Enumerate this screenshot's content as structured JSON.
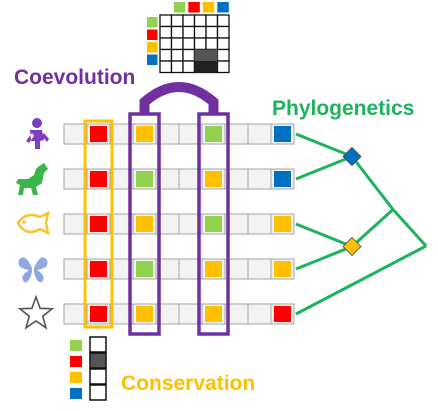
{
  "labels": {
    "coevolution": "Coevolution",
    "phylogenetics": "Phylogenetics",
    "conservation": "Conservation"
  },
  "colors": {
    "coevolution": "#7030a0",
    "phylogenetics": "#1db35e",
    "conservation": "#ffc000",
    "red": "#ff0000",
    "green": "#92d050",
    "orange": "#ffc000",
    "blue": "#0070c0",
    "cell_gray": "#e8e8e8",
    "species_icon": "#7c3fbf"
  },
  "species": [
    {
      "name": "human-icon",
      "icon_color": "#7c3fbf"
    },
    {
      "name": "dog-icon",
      "icon_color": "#3ab54a"
    },
    {
      "name": "fish-icon",
      "icon_color": "#f7c431"
    },
    {
      "name": "butterfly-icon",
      "icon_color": "#8fa8e0"
    },
    {
      "name": "starfish-icon",
      "icon_color": "#555555"
    }
  ],
  "alignment": [
    [
      "gray",
      "red",
      "gray",
      "orange",
      "gray",
      "gray",
      "green",
      "gray",
      "gray",
      "blue"
    ],
    [
      "gray",
      "red",
      "gray",
      "green",
      "gray",
      "gray",
      "orange",
      "gray",
      "gray",
      "blue"
    ],
    [
      "gray",
      "red",
      "gray",
      "orange",
      "gray",
      "gray",
      "green",
      "gray",
      "gray",
      "orange"
    ],
    [
      "gray",
      "red",
      "gray",
      "green",
      "gray",
      "gray",
      "orange",
      "gray",
      "gray",
      "orange"
    ],
    [
      "gray",
      "red",
      "gray",
      "orange",
      "gray",
      "gray",
      "orange",
      "gray",
      "gray",
      "red"
    ]
  ],
  "coevolution_matrix": {
    "row_colors": [
      "green",
      "red",
      "orange",
      "blue"
    ],
    "col_colors": [
      "green",
      "red",
      "orange",
      "blue"
    ],
    "filled": [
      [
        2,
        2
      ],
      [
        3,
        3
      ]
    ],
    "filled_fill": [
      "#555555",
      "#222222"
    ]
  },
  "conservation_matrix": {
    "row_colors": [
      "green",
      "red",
      "orange",
      "blue"
    ],
    "filled_row": 1
  },
  "tree_nodes": [
    "blue",
    "orange"
  ]
}
